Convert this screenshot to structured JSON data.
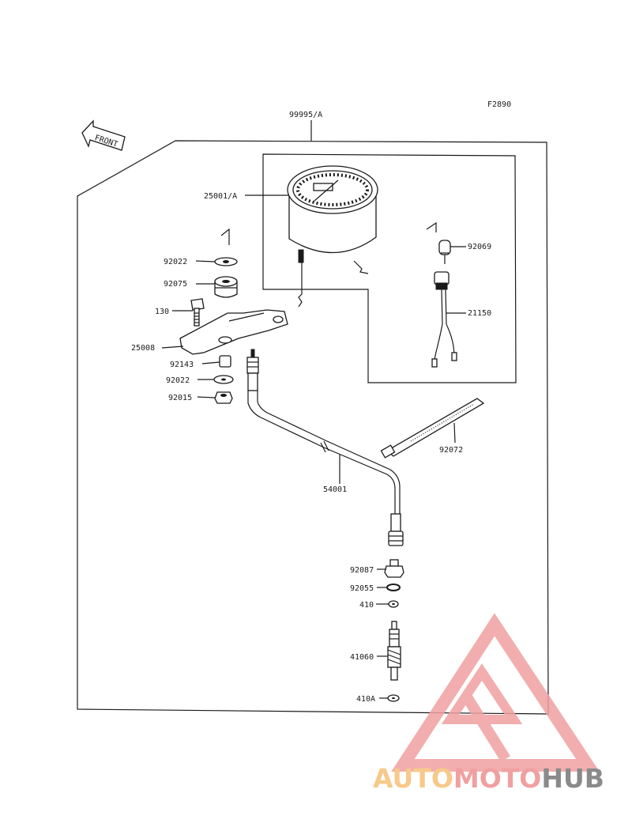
{
  "figure_code": "F2890",
  "front_label": "FRONT",
  "colors": {
    "watermark_red": "#f0a0a0",
    "watermark_orange": "#f7c98a",
    "watermark_hub": "#8a8a8a",
    "line": "#1a1a1a"
  },
  "parts": [
    {
      "id": "assembly",
      "label": "99995/A"
    },
    {
      "id": "meter",
      "label": "25001/A"
    },
    {
      "id": "washer_top",
      "label": "92022"
    },
    {
      "id": "damper",
      "label": "92075"
    },
    {
      "id": "bolt",
      "label": "130"
    },
    {
      "id": "bracket",
      "label": "25008"
    },
    {
      "id": "collar",
      "label": "92143"
    },
    {
      "id": "washer_low",
      "label": "92022"
    },
    {
      "id": "nut",
      "label": "92015"
    },
    {
      "id": "bulb",
      "label": "92069"
    },
    {
      "id": "socket",
      "label": "21150"
    },
    {
      "id": "band",
      "label": "92072"
    },
    {
      "id": "cable",
      "label": "54001"
    },
    {
      "id": "bushing",
      "label": "92087"
    },
    {
      "id": "oring",
      "label": "92055"
    },
    {
      "id": "washer_410",
      "label": "410"
    },
    {
      "id": "gear",
      "label": "41060"
    },
    {
      "id": "washer_410a",
      "label": "410A"
    }
  ],
  "watermark": {
    "part1": "AUTO",
    "part2": "MOTO",
    "part3": "HUB"
  }
}
